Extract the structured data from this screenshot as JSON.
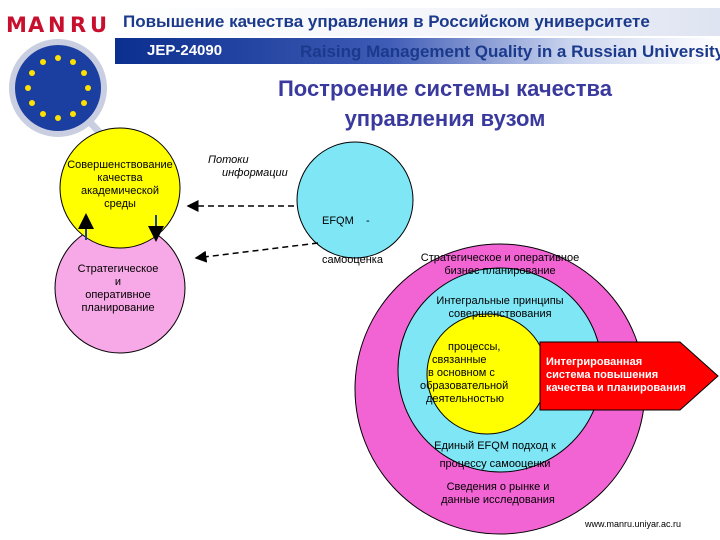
{
  "header": {
    "logo_text": "MANRU",
    "title_ru": "Повышение качества управления в Российском университете",
    "project_code": "JEP-24090",
    "title_en": "Raising Management Quality in a Russian University"
  },
  "slide": {
    "title_line1": "Построение системы качества",
    "title_line2": "управления вузом"
  },
  "diagram": {
    "left_top_circle": [
      "Совершенствование",
      "качества",
      "академической",
      "среды"
    ],
    "left_bottom_circle": [
      "Стратегическое",
      "и",
      "оперативное",
      "планирование"
    ],
    "flows_label": [
      "Потоки",
      "информации"
    ],
    "efqm_circle": [
      "EFQM    -",
      "самооценка"
    ],
    "outer_ring": [
      "Стратегическое и оперативное",
      "бизнес планирование"
    ],
    "middle_ring": [
      "Интегральные принципы",
      "совершенствования"
    ],
    "inner_circle": [
      "процессы,",
      "связанные",
      "в основном с",
      "образовательной",
      "деятельностью"
    ],
    "red_arrow": [
      "Интегрированная",
      "система повышения",
      "качества и планирования"
    ],
    "middle_bottom": [
      "Единый EFQM  подход к",
      "процессу самооценки"
    ],
    "outer_bottom": [
      "Сведения о рынке и",
      "данные исследования"
    ]
  },
  "colors": {
    "yellow": "#ffff00",
    "pink": "#f7a8e6",
    "magenta_ring": "#f264d4",
    "cyan_ring": "#7fe6f5",
    "red_arrow": "#ff0000",
    "header_blue": "#1b3a8c"
  },
  "footer": {
    "website": "www.manru.uniyar.ac.ru"
  }
}
